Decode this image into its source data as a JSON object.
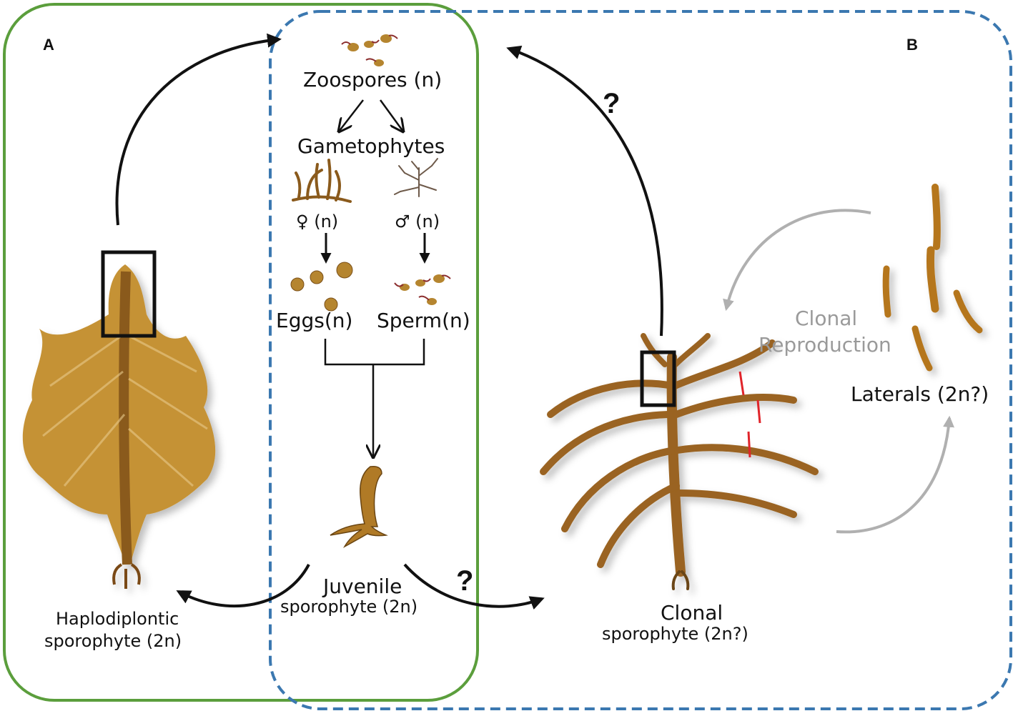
{
  "panels": {
    "a_label": "A",
    "b_label": "B"
  },
  "labels": {
    "zoospores": "Zoospores (n)",
    "gametophytes": "Gametophytes",
    "female": "♀ (n)",
    "male": "♂ (n)",
    "eggs": "Eggs(n)",
    "sperm": "Sperm(n)",
    "juvenile_line1": "Juvenile",
    "juvenile_line2": "sporophyte (2n)",
    "haplo_line1": "Haplodiplontic",
    "haplo_line2": "sporophyte (2n)",
    "clonal_line1": "Clonal",
    "clonal_line2": "sporophyte (2n?)",
    "clonal_repro_line1": "Clonal",
    "clonal_repro_line2": "Reproduction",
    "laterals": "Laterals (2n?)",
    "question_top": "?",
    "question_bottom": "?"
  },
  "colors": {
    "panel_a_border": "#5b9e3c",
    "panel_b_border": "#3b78b0",
    "kelp": "#b5852f",
    "kelp_dark": "#8a5a1c",
    "clonal_kelp": "#9a6420",
    "cut_mark": "#e0242a",
    "grey_arrow": "#b0b0b0"
  }
}
